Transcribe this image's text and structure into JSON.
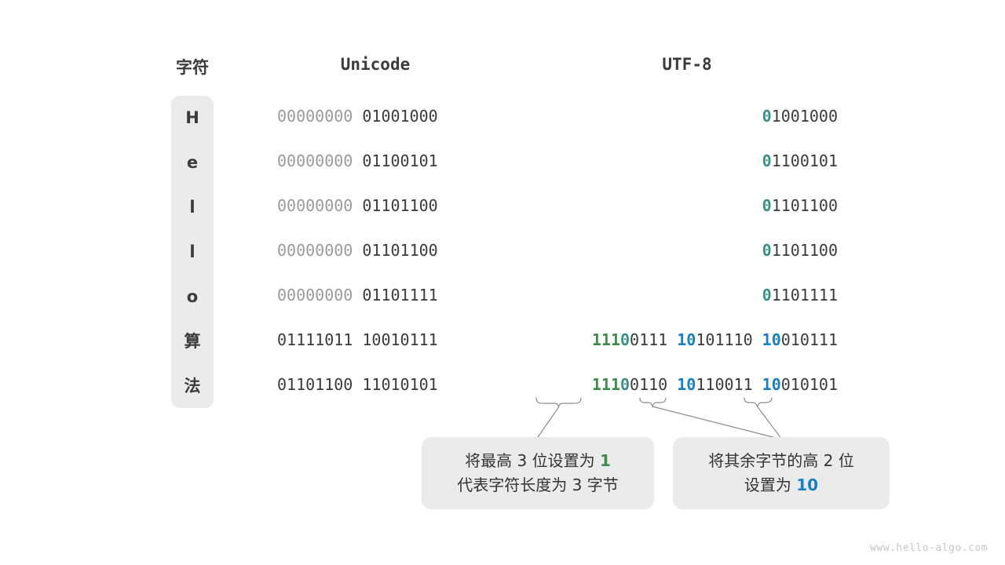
{
  "headers": {
    "character": "字符",
    "unicode": "Unicode",
    "utf8": "UTF-8"
  },
  "colors": {
    "green": "#3d8c4c",
    "teal": "#3a9188",
    "blue": "#1a7fc1",
    "dim": "#9a9a9a",
    "dark": "#3b3b3b",
    "panel": "#ebebeb",
    "background": "#ffffff",
    "watermark": "#c6c6c6"
  },
  "rows": [
    {
      "char": "H",
      "unicode_high": "00000000",
      "unicode_low": "01001000",
      "utf8_bytes": [
        {
          "marker": "0",
          "marker_color": "teal",
          "rest": "1001000"
        }
      ]
    },
    {
      "char": "e",
      "unicode_high": "00000000",
      "unicode_low": "01100101",
      "utf8_bytes": [
        {
          "marker": "0",
          "marker_color": "teal",
          "rest": "1100101"
        }
      ]
    },
    {
      "char": "l",
      "unicode_high": "00000000",
      "unicode_low": "01101100",
      "utf8_bytes": [
        {
          "marker": "0",
          "marker_color": "teal",
          "rest": "1101100"
        }
      ]
    },
    {
      "char": "l",
      "unicode_high": "00000000",
      "unicode_low": "01101100",
      "utf8_bytes": [
        {
          "marker": "0",
          "marker_color": "teal",
          "rest": "1101100"
        }
      ]
    },
    {
      "char": "o",
      "unicode_high": "00000000",
      "unicode_low": "01101111",
      "utf8_bytes": [
        {
          "marker": "0",
          "marker_color": "teal",
          "rest": "1101111"
        }
      ]
    },
    {
      "char": "算",
      "unicode_high": "01111011",
      "unicode_low": "10010111",
      "unicode_high_dim": false,
      "utf8_bytes": [
        {
          "marker": "111",
          "marker_color": "green",
          "marker2": "0",
          "marker2_color": "teal",
          "rest": "0111"
        },
        {
          "marker": "10",
          "marker_color": "blue",
          "rest": "101110"
        },
        {
          "marker": "10",
          "marker_color": "blue",
          "rest": "010111"
        }
      ]
    },
    {
      "char": "法",
      "unicode_high": "01101100",
      "unicode_low": "11010101",
      "unicode_high_dim": false,
      "utf8_bytes": [
        {
          "marker": "111",
          "marker_color": "green",
          "marker2": "0",
          "marker2_color": "teal",
          "rest": "0110"
        },
        {
          "marker": "10",
          "marker_color": "blue",
          "rest": "110011"
        },
        {
          "marker": "10",
          "marker_color": "blue",
          "rest": "010101"
        }
      ]
    }
  ],
  "callouts": [
    {
      "id": "callout-1",
      "line1_prefix": "将最高 3 位设置为 ",
      "line1_highlight": "1",
      "line1_highlight_color": "green",
      "line2_prefix": "代表字符长度为 3 字节",
      "line2_highlight": "",
      "line2_highlight_color": ""
    },
    {
      "id": "callout-2",
      "line1_prefix": "将其余字节的高 2 位",
      "line1_highlight": "",
      "line1_highlight_color": "",
      "line2_prefix": "设置为 ",
      "line2_highlight": "10",
      "line2_highlight_color": "blue"
    }
  ],
  "watermark": "www.hello-algo.com"
}
